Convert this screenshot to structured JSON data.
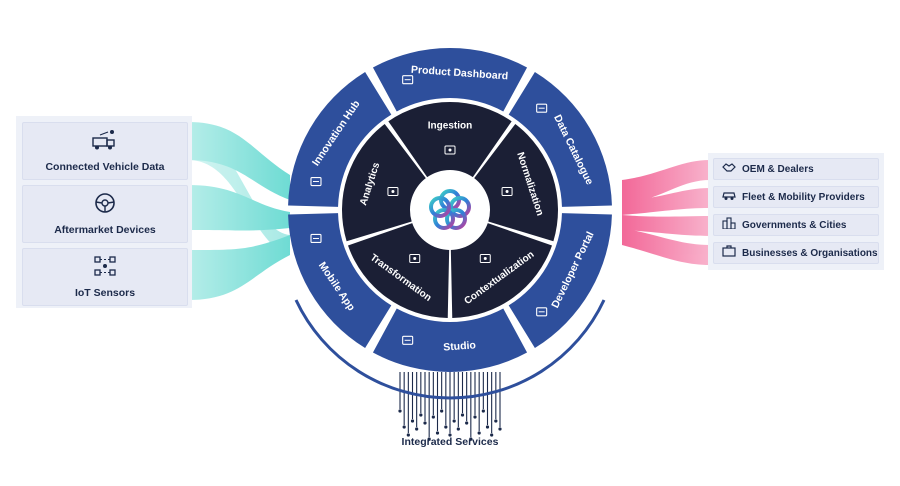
{
  "inputs": [
    {
      "label": "Connected Vehicle Data",
      "icon": "truck-network-icon"
    },
    {
      "label": "Aftermarket Devices",
      "icon": "steering-wheel-icon"
    },
    {
      "label": "IoT Sensors",
      "icon": "sensor-grid-icon"
    }
  ],
  "outputs": [
    {
      "label": "OEM & Dealers",
      "icon": "handshake-icon"
    },
    {
      "label": "Fleet & Mobility Providers",
      "icon": "car-icon"
    },
    {
      "label": "Governments & Cities",
      "icon": "city-buildings-icon"
    },
    {
      "label": "Businesses & Organisations",
      "icon": "briefcase-icon"
    }
  ],
  "outer_ring": [
    {
      "label": "Product Dashboard",
      "icon": "dashboard-icon"
    },
    {
      "label": "Data Catalogue",
      "icon": "catalogue-icon"
    },
    {
      "label": "Developer Portal",
      "icon": "code-window-icon"
    },
    {
      "label": "Studio",
      "icon": "studio-icon"
    },
    {
      "label": "Mobile App",
      "icon": "mobile-icon"
    },
    {
      "label": "Innovation Hub",
      "icon": "lightbulb-icon"
    }
  ],
  "inner_ring": [
    {
      "label": "Ingestion",
      "icon": "ingestion-icon"
    },
    {
      "label": "Normalization",
      "icon": "normalization-icon"
    },
    {
      "label": "Contextualization",
      "icon": "contextualization-icon"
    },
    {
      "label": "Transformation",
      "icon": "transformation-icon"
    },
    {
      "label": "Analytics",
      "icon": "analytics-icon"
    }
  ],
  "footer": "Integrated Services",
  "colors": {
    "ring_blue": "#2e4f9c",
    "hub_dark": "#1b1f35",
    "teal": "#3fd0c6",
    "pink": "#f0437f",
    "text_dark": "#1c2a4a"
  }
}
